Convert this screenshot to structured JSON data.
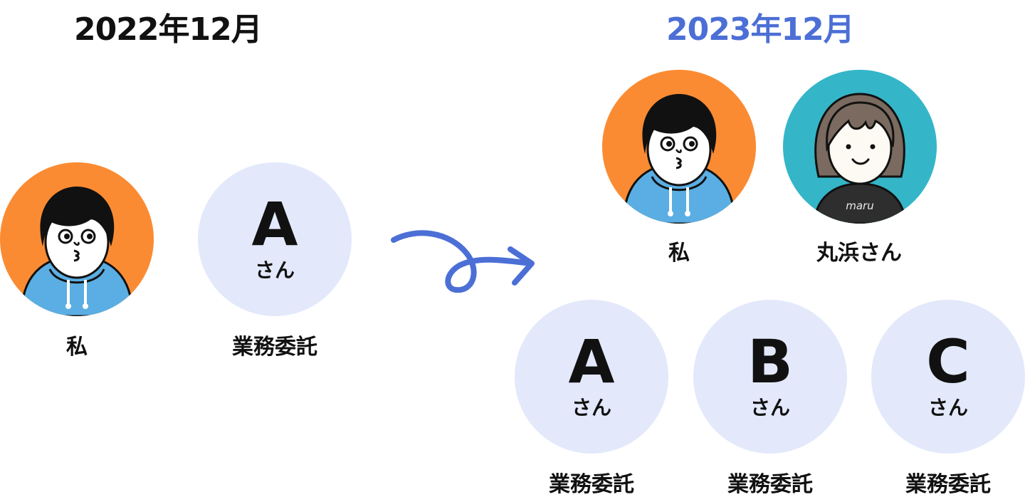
{
  "before": {
    "title": "2022年12月",
    "title_color": "#111111",
    "me": {
      "label": "私",
      "bg_color": "#fb8b32"
    },
    "client": {
      "letter": "A",
      "honorific": "さん",
      "label": "業務委託",
      "bg_color": "#e3e9fb"
    }
  },
  "after": {
    "title": "2023年12月",
    "title_color": "#4c6fd6",
    "team": [
      {
        "label": "私",
        "bg_color": "#fb8b32"
      },
      {
        "label": "丸浜さん",
        "bg_color": "#34b6c8",
        "shirt_text": "maru"
      }
    ],
    "clients": [
      {
        "letter": "A",
        "honorific": "さん",
        "label": "業務委託"
      },
      {
        "letter": "B",
        "honorific": "さん",
        "label": "業務委託"
      },
      {
        "letter": "C",
        "honorific": "さん",
        "label": "業務委託"
      }
    ]
  },
  "arrow": {
    "icon": "curly-arrow-icon",
    "color": "#4c6fd6"
  }
}
